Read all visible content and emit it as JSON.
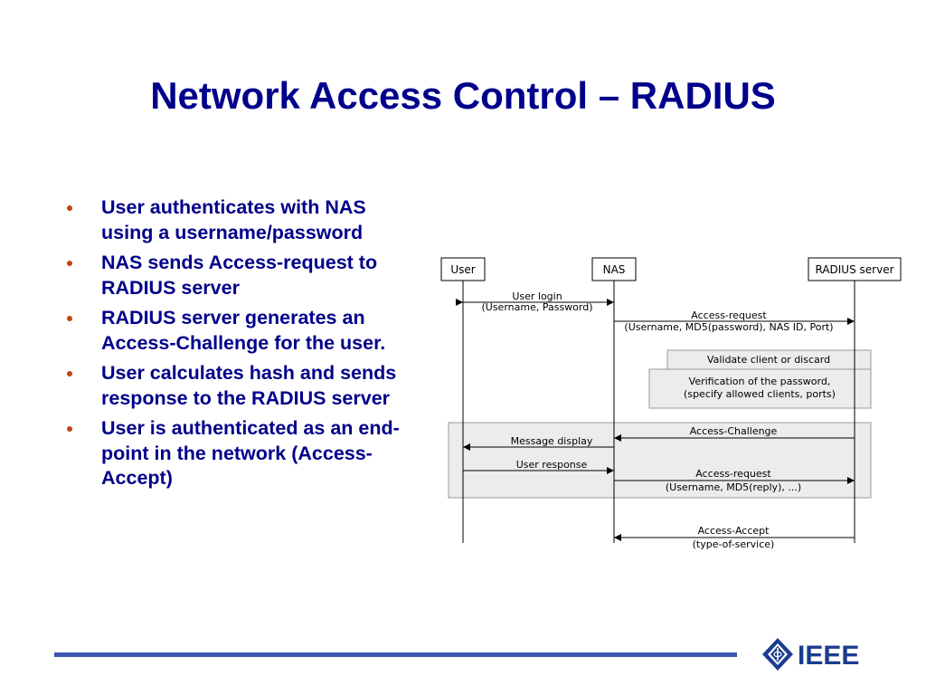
{
  "title": "Network Access Control – RADIUS",
  "bullets": [
    "User authenticates with NAS using a username/password",
    "NAS sends Access-request to RADIUS server",
    "RADIUS server generates an Access-Challenge for the user.",
    "User calculates hash and sends response to the RADIUS server",
    "User is authenticated as an end-point in the network (Access-Accept)"
  ],
  "diagram": {
    "actors": {
      "user": "User",
      "nas": "NAS",
      "radius": "RADIUS server"
    },
    "messages": {
      "user_login_1": "User login",
      "user_login_2": "(Username, Password)",
      "access_request_1": "Access-request",
      "access_request_2": "(Username, MD5(password), NAS ID, Port)",
      "validate": "Validate client or discard",
      "verify_1": "Verification of the password,",
      "verify_2": "(specify allowed clients, ports)",
      "access_challenge": "Access-Challenge",
      "message_display": "Message display",
      "user_response": "User response",
      "access_request2_1": "Access-request",
      "access_request2_2": "(Username, MD5(reply), ...)",
      "access_accept_1": "Access-Accept",
      "access_accept_2": "(type-of-service)"
    }
  },
  "logo": {
    "text": "IEEE"
  },
  "colors": {
    "title": "#00008b",
    "bullet_dot": "#c1440e",
    "footer_bar": "#3a55b4"
  }
}
